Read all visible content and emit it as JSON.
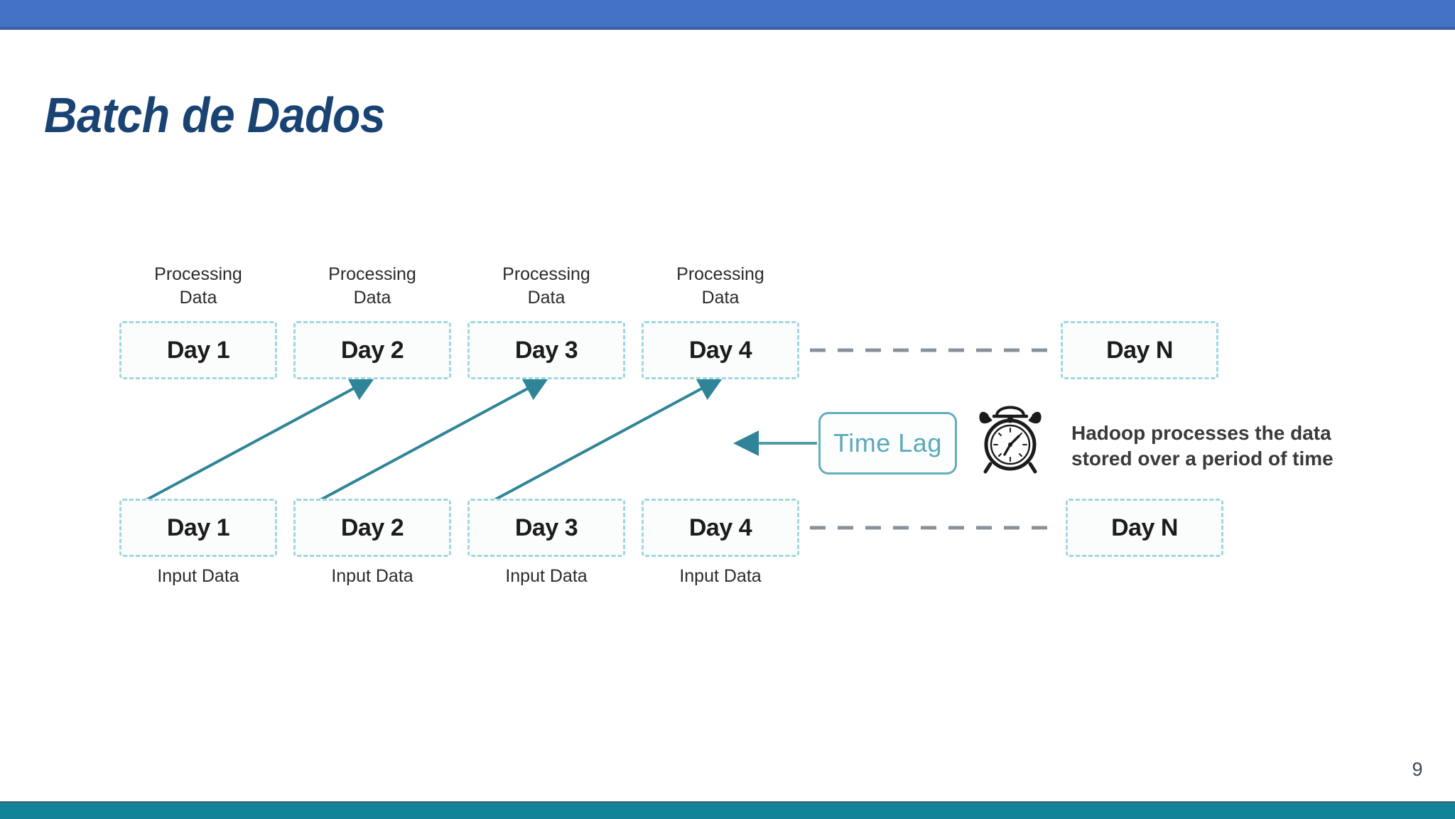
{
  "slide": {
    "title": "Batch de Dados",
    "page_number": "9",
    "accent_top_color": "#4472C4",
    "accent_bottom_color": "#128499",
    "title_color": "#194372"
  },
  "diagram": {
    "name": "batch-processing-timeline",
    "box_border_color": "#9ED7E2",
    "connector_color": "#2F8597",
    "dashed_connector_color": "#8A9199",
    "processing_row": {
      "caption": "Processing\nData",
      "captions": [
        "Processing\nData",
        "Processing\nData",
        "Processing\nData",
        "Processing\nData"
      ],
      "boxes": [
        {
          "label": "Day 1"
        },
        {
          "label": "Day 2"
        },
        {
          "label": "Day 3"
        },
        {
          "label": "Day 4"
        },
        {
          "label": "Day N"
        }
      ]
    },
    "input_row": {
      "caption": "Input Data",
      "captions": [
        "Input Data",
        "Input Data",
        "Input Data",
        "Input Data"
      ],
      "boxes": [
        {
          "label": "Day 1"
        },
        {
          "label": "Day 2"
        },
        {
          "label": "Day 3"
        },
        {
          "label": "Day 4"
        },
        {
          "label": "Day N"
        }
      ]
    },
    "time_lag": {
      "label": "Time Lag",
      "border_color": "#63AEBC",
      "text_color": "#5BA9BA"
    },
    "clock": {
      "icon": "alarm-clock-icon"
    },
    "note": {
      "text": "Hadoop processes the data\nstored over a period of time"
    }
  }
}
